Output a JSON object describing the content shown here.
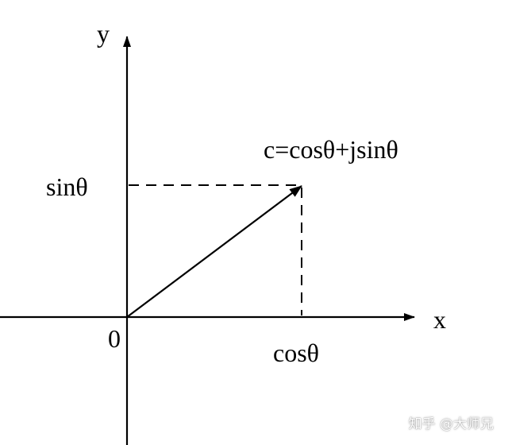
{
  "labels": {
    "y_axis": "y",
    "x_axis": "x",
    "origin": "0",
    "sin": "sinθ",
    "cos": "cosθ",
    "vector": "c=cosθ+jsinθ"
  },
  "watermark": "知乎 @大师兄",
  "colors": {
    "ink": "#000000",
    "background": "#ffffff"
  }
}
